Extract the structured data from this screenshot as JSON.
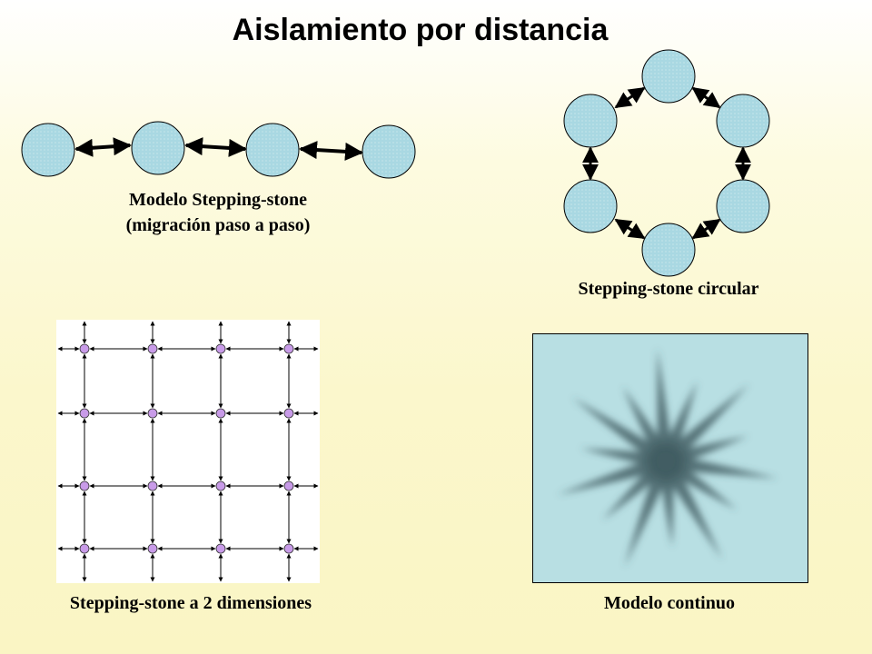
{
  "title": "Aislamiento por distancia",
  "captions": {
    "stepping_stone_line1": "Modelo Stepping-stone",
    "stepping_stone_line2": "(migración paso a paso)",
    "circular": "Stepping-stone circular",
    "two_dimensions": "Stepping-stone a 2 dimensiones",
    "continuous": "Modelo continuo"
  },
  "colors": {
    "deme_fill": "#a9d8e2",
    "grid_node_fill": "#c89be8",
    "continuum_bg": "#b8dfe3",
    "star_color": "#425d63"
  }
}
